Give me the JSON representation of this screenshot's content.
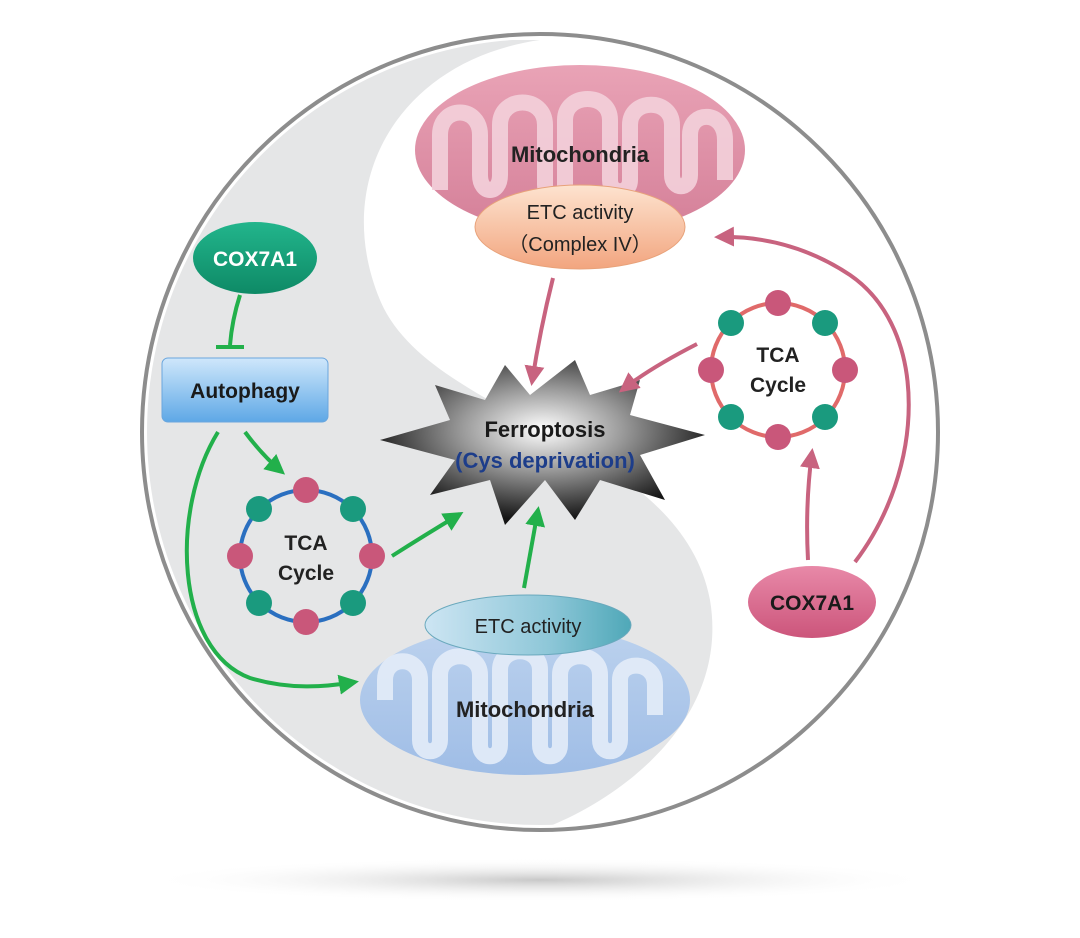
{
  "figure": {
    "top_mitochondria": {
      "label": "Mitochondria",
      "etc_line1": "ETC activity",
      "etc_line2": "（Complex IV）"
    },
    "bottom_mitochondria": {
      "label": "Mitochondria",
      "etc_label": "ETC activity"
    },
    "ferroptosis": {
      "line1": "Ferroptosis",
      "line2": "(Cys deprivation)"
    },
    "left_cox": "COX7A1",
    "right_cox": "COX7A1",
    "autophagy": "Autophagy",
    "left_tca": {
      "line1": "TCA",
      "line2": "Cycle"
    },
    "right_tca": {
      "line1": "TCA",
      "line2": "Cycle"
    }
  },
  "colors": {
    "green_arrow": "#22b04b",
    "pink_arrow": "#c8637f",
    "teal_node": "#1a9a7e",
    "pink_node": "#c9577a",
    "blue_ring": "#2a6fc0",
    "pink_ring": "#e06a6a",
    "ferroptosis_subtitle": "#1d3d8a"
  }
}
